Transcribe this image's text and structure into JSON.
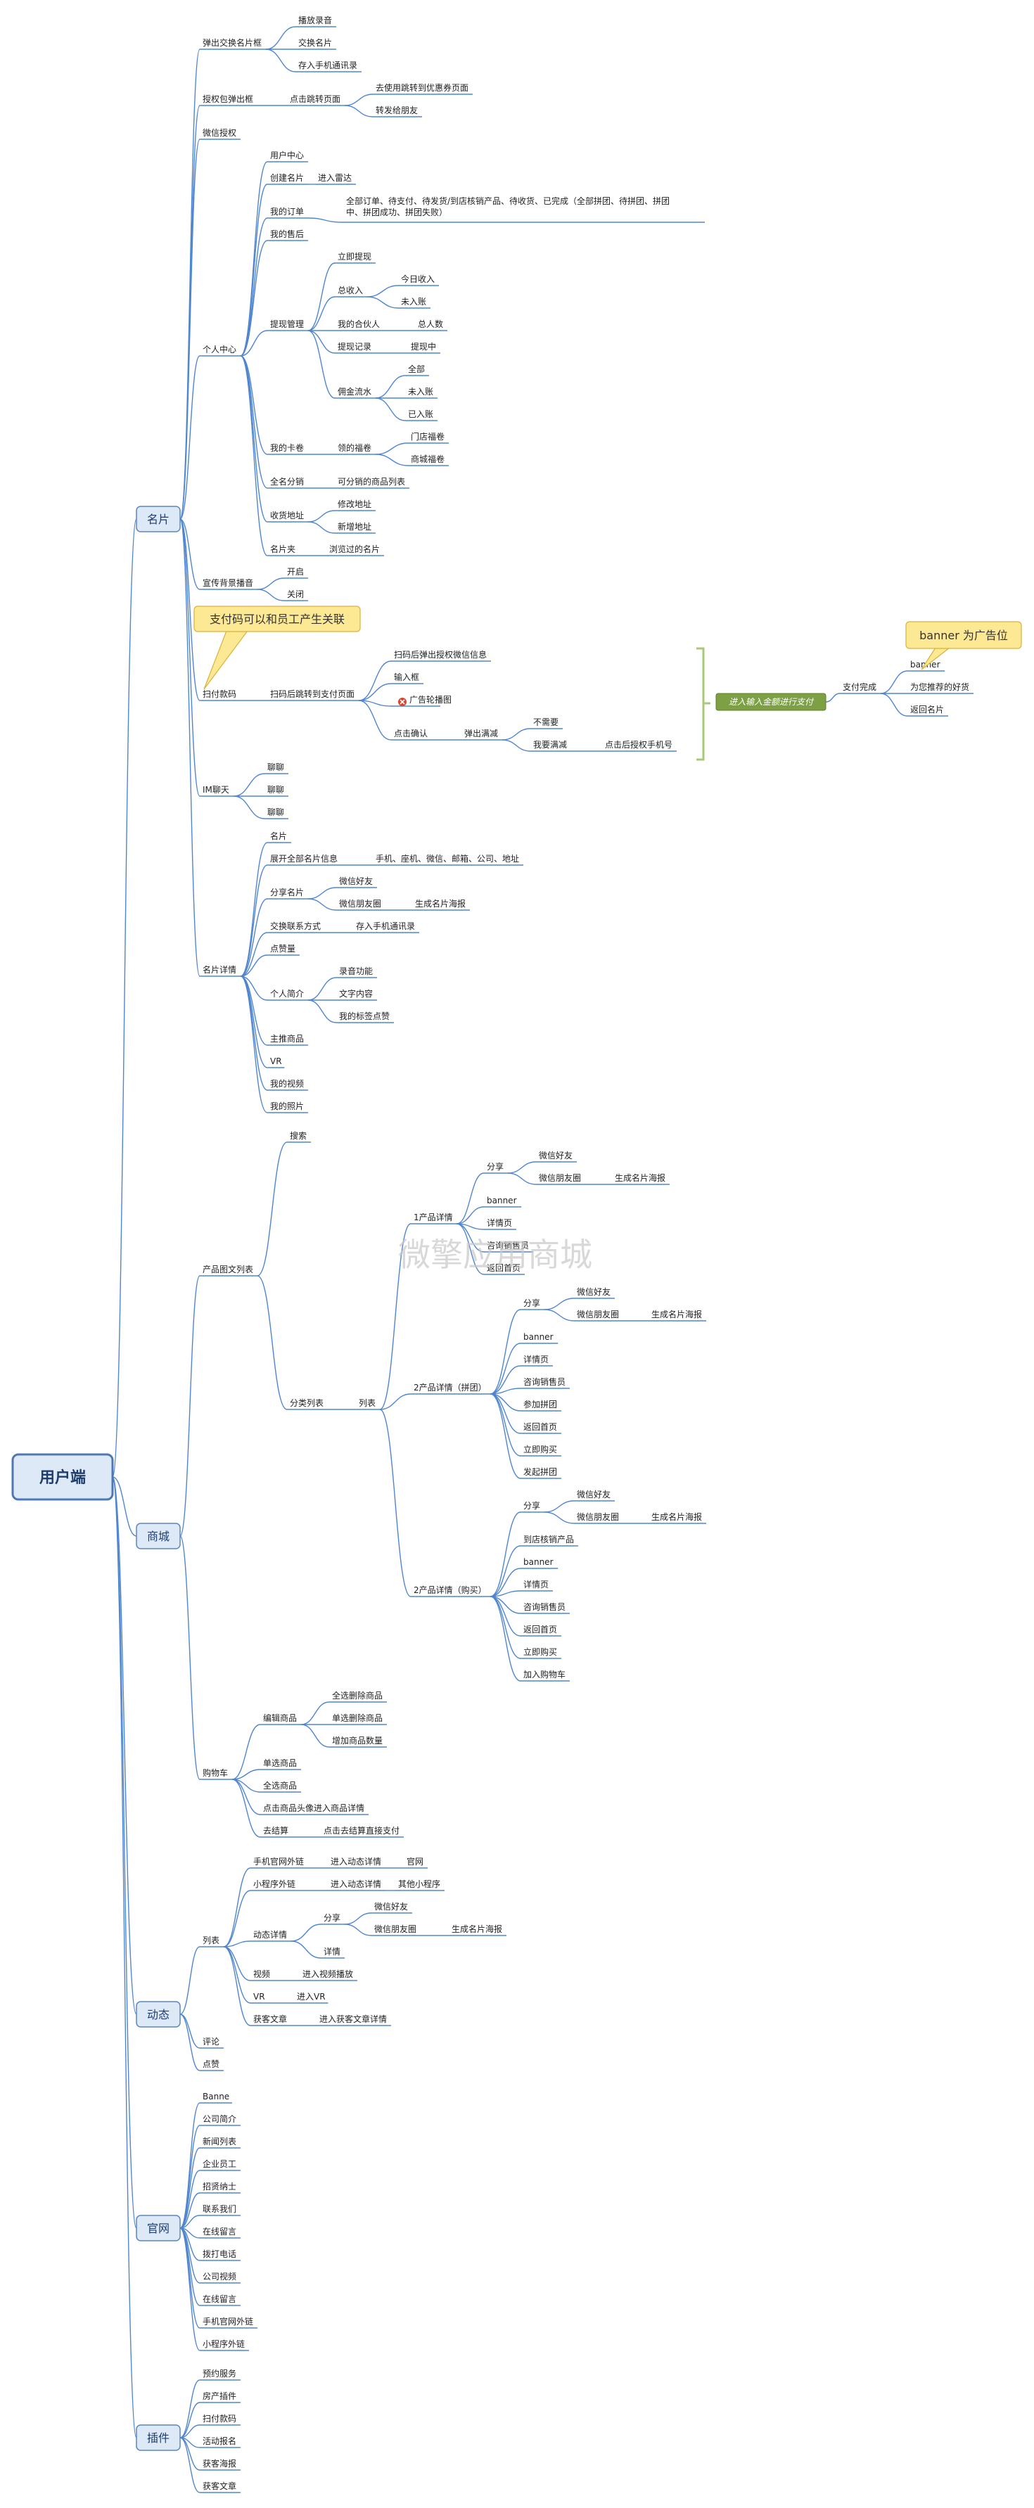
{
  "root": "用户端",
  "watermark": "微擎应用商城",
  "callouts": {
    "pay_code": "支付码可以和员工产生关联",
    "banner_ad": "banner  为广告位"
  },
  "card": {
    "title": "名片",
    "swap_popup": {
      "label": "弹出交换名片框",
      "items": [
        "播放录音",
        "交换名片",
        "存入手机通讯录"
      ]
    },
    "auth_popup": {
      "label": "授权包弹出框",
      "action": "点击跳转页面",
      "items": [
        "去使用跳转到优惠券页面",
        "转发给朋友"
      ]
    },
    "wechat_auth": "微信授权",
    "personal_center": {
      "label": "个人中心",
      "user_center": "用户中心",
      "create_card": "创建名片",
      "enter_radar": "进入雷达",
      "my_orders": "我的订单",
      "orders_desc_1": "全部订单、待支付、待发货/到店核销产品、待收货、已完成（全部拼团、待拼团、拼团",
      "orders_desc_2": "中、拼团成功、拼团失败）",
      "after_sales": "我的售后",
      "withdraw": {
        "label": "提现管理",
        "withdraw_now": "立即提现",
        "total_income": "总收入",
        "today_income": "今日收入",
        "not_arrived": "未入账",
        "my_partner": "我的合伙人",
        "total_count": "总人数",
        "records": "提现记录",
        "withdrawing": "提现中",
        "commission_flow": "佣金流水",
        "flow_items": [
          "全部",
          "未入账",
          "已入账"
        ]
      },
      "coupons": {
        "label": "我的卡卷",
        "received": "领的福卷",
        "items": [
          "门店福卷",
          "商城福卷"
        ]
      },
      "distribution": {
        "label": "全名分销",
        "desc": "可分销的商品列表"
      },
      "address": {
        "label": "收货地址",
        "items": [
          "修改地址",
          "新增地址"
        ]
      },
      "card_holder": {
        "label": "名片夹",
        "desc": "浏览过的名片"
      }
    },
    "promo_voice": {
      "label": "宣传背景播音",
      "items": [
        "开启",
        "关闭"
      ]
    },
    "scan_code": {
      "label": "扫付款码",
      "jump": "扫码后跳转到支付页面",
      "items": [
        "扫码后弹出授权微信信息",
        "输入框",
        "广告轮播图",
        "点击确认"
      ],
      "popup_phone": "弹出满减",
      "popup_items": [
        "不需要",
        "我要满减"
      ],
      "auth_phone": "点击后授权手机号",
      "enter_amount": "进入输入金额进行支付",
      "pay_done": "支付完成",
      "after_pay": [
        "banner",
        "为您推荐的好货",
        "返回名片"
      ]
    },
    "im_chat": {
      "label": "IM聊天",
      "items": [
        "聊聊",
        "聊聊",
        "聊聊"
      ]
    },
    "card_detail": {
      "label": "名片详情",
      "name": "名片",
      "expand": "展开全部名片信息",
      "expand_desc": "手机、座机、微信、邮箱、公司、地址",
      "share": "分享名片",
      "share_items": [
        "微信好友",
        "微信朋友圈"
      ],
      "gen_poster": "生成名片海报",
      "exchange": "交换联系方式",
      "save_contact": "存入手机通讯录",
      "likes": "点赞量",
      "intro": "个人简介",
      "intro_items": [
        "录音功能",
        "文字内容",
        "我的标签点赞"
      ],
      "products": "主推商品",
      "vr": "VR",
      "video": "我的视频",
      "photos": "我的照片"
    }
  },
  "mall": {
    "title": "商城",
    "product_list": "产品图文列表",
    "search": "搜索",
    "category": "分类列表",
    "list": "列表",
    "p1": {
      "label": "1产品详情",
      "share": "分享",
      "share_items": [
        "微信好友",
        "微信朋友圈"
      ],
      "gen_poster": "生成名片海报",
      "items": [
        "banner",
        "详情页",
        "咨询销售员",
        "返回首页"
      ]
    },
    "p2": {
      "label": "2产品详情（拼团）",
      "share": "分享",
      "share_items": [
        "微信好友",
        "微信朋友圈"
      ],
      "gen_poster": "生成名片海报",
      "items": [
        "banner",
        "详情页",
        "咨询销售员",
        "参加拼团",
        "返回首页",
        "立即购买",
        "发起拼团"
      ]
    },
    "p3": {
      "label": "2产品详情（购买）",
      "share": "分享",
      "share_items": [
        "微信好友",
        "微信朋友圈"
      ],
      "gen_poster": "生成名片海报",
      "items": [
        "到店核销产品",
        "banner",
        "详情页",
        "咨询销售员",
        "返回首页",
        "立即购买",
        "加入购物车"
      ]
    },
    "cart": {
      "label": "购物车",
      "edit": "编辑商品",
      "edit_items": [
        "全选删除商品",
        "单选删除商品",
        "增加商品数量"
      ],
      "single": "单选商品",
      "all": "全选商品",
      "tap_detail": "点击商品头像进入商品详情",
      "checkout": "去结算",
      "checkout_desc": "点击去结算直接支付"
    }
  },
  "dynamic": {
    "title": "动态",
    "list": "列表",
    "site_link": "手机官网外链",
    "enter_dynamic": "进入动态详情",
    "site": "官网",
    "mini_link": "小程序外链",
    "other_mini": "其他小程序",
    "detail": "动态详情",
    "share": "分享",
    "share_items": [
      "微信好友",
      "微信朋友圈"
    ],
    "gen_poster": "生成名片海报",
    "detail_page": "详情",
    "video": "视频",
    "video_play": "进入视频播放",
    "vr": "VR",
    "enter_vr": "进入VR",
    "article": "获客文章",
    "article_detail": "进入获客文章详情",
    "comment": "评论",
    "like": "点赞"
  },
  "website": {
    "title": "官网",
    "items": [
      "Banne",
      "公司简介",
      "新闻列表",
      "企业员工",
      "招贤纳士",
      "联系我们",
      "在线留言",
      "拨打电话",
      "公司视频",
      "在线留言",
      "手机官网外链",
      "小程序外链"
    ]
  },
  "plugins": {
    "title": "插件",
    "items": [
      "预约服务",
      "房产插件",
      "扫付款码",
      "活动报名",
      "获客海报",
      "获客文章"
    ]
  }
}
